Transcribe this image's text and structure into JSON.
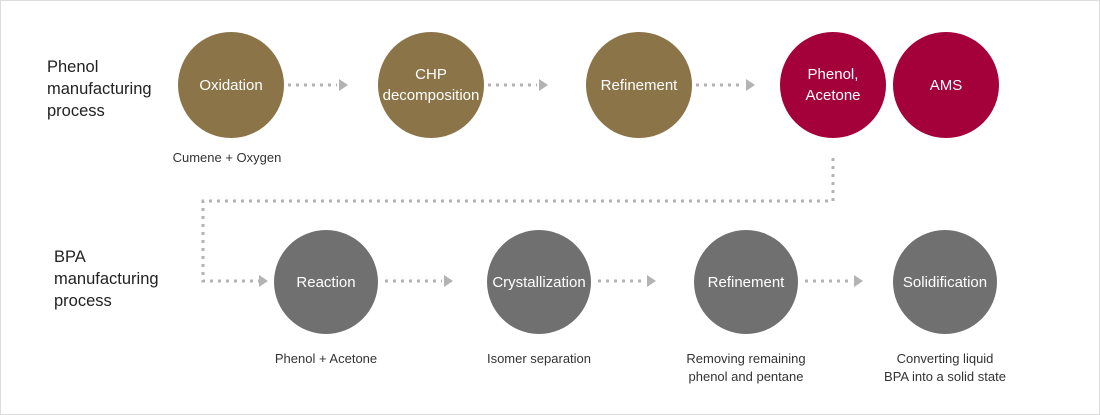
{
  "colors": {
    "phenol_step": "#8b7447",
    "product": "#a4003a",
    "bpa_step": "#707070",
    "connector": "#b3b3b3"
  },
  "phenol_process": {
    "label": "Phenol\nmanufacturing\nprocess",
    "steps": [
      {
        "label": "Oxidation",
        "caption": "Cumene + Oxygen"
      },
      {
        "label": "CHP\ndecomposition",
        "caption": ""
      },
      {
        "label": "Refinement",
        "caption": ""
      }
    ],
    "products": [
      "Phenol,\nAcetone",
      "AMS"
    ]
  },
  "bpa_process": {
    "label": "BPA\nmanufacturing\nprocess",
    "steps": [
      {
        "label": "Reaction",
        "caption": "Phenol + Acetone"
      },
      {
        "label": "Crystallization",
        "caption": "Isomer separation"
      },
      {
        "label": "Refinement",
        "caption": "Removing remaining\nphenol and pentane"
      },
      {
        "label": "Solidification",
        "caption": "Converting liquid\nBPA into a solid state"
      }
    ]
  }
}
